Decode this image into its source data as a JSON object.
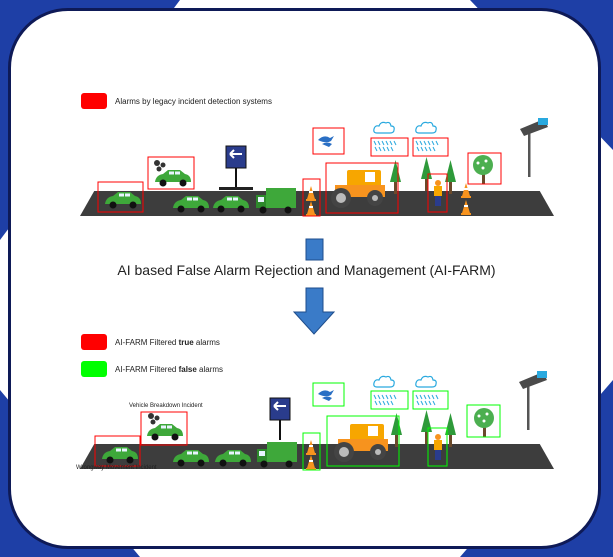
{
  "colors": {
    "frame_blue": "#1e3fa6",
    "card_border": "#0e1a57",
    "legacy_alarm": "#ff0000",
    "true_alarm": "#ff0000",
    "false_alarm": "#00ff00",
    "arrow": "#3a7bc8",
    "road": "#3d3d3d",
    "car": "#3ea83a"
  },
  "legend_top": {
    "legacy": "Alarms by legacy incident detection systems"
  },
  "title": "AI based False Alarm Rejection and Management (AI-FARM)",
  "legend_bottom": {
    "true_prefix": "AI-FARM Filtered ",
    "true_word": "true",
    "true_suffix": " alarms",
    "false_prefix": "AI-FARM Filtered ",
    "false_word": "false",
    "false_suffix": " alarms"
  },
  "sign_text": "One way",
  "labels": {
    "breakdown": "Vehicle Breakdown Incident",
    "wrongway": "Wrongway Movement Incident"
  },
  "icons": [
    "car-icon",
    "truck-icon",
    "road-roller-icon",
    "traffic-cone-icon",
    "worker-icon",
    "tree-icon",
    "rain-cloud-icon",
    "bird-icon",
    "camera-icon",
    "one-way-sign-icon",
    "smoke-icon"
  ]
}
